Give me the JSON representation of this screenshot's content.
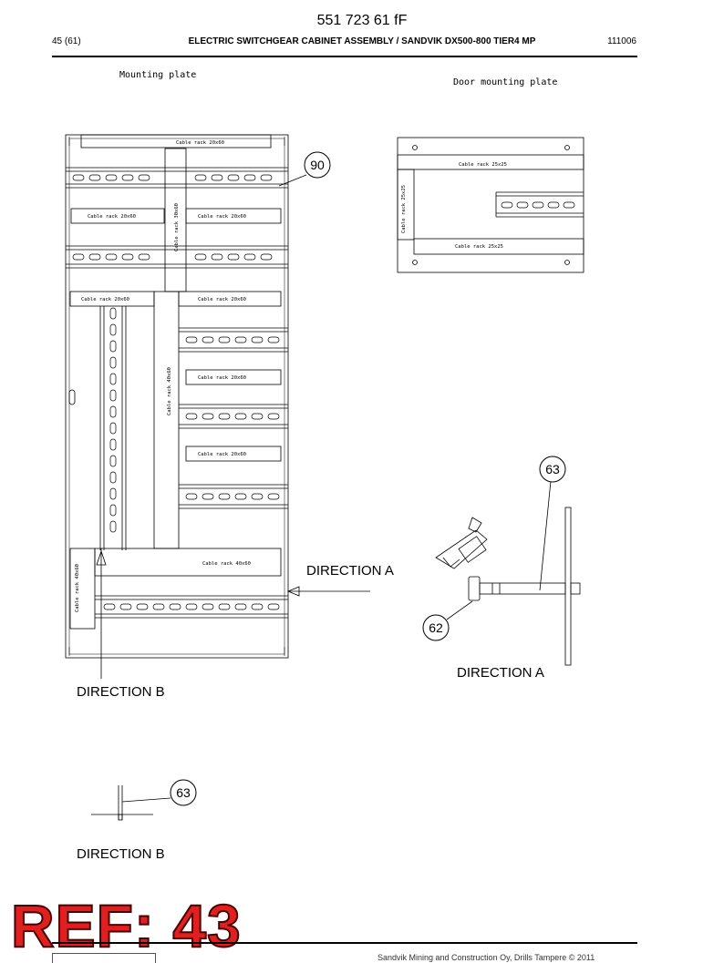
{
  "header": {
    "doc_number": "551 723 61 fF",
    "page": "45 (61)",
    "title": "ELECTRIC SWITCHGEAR CABINET ASSEMBLY / SANDVIK DX500-800 TIER4 MP",
    "code": "111006"
  },
  "drawing": {
    "mounting_plate_label": "Mounting plate",
    "door_mounting_plate_label": "Door mounting plate",
    "rack_top": "Cable rack 20x60",
    "rack_vertical_1": "Cable rack 30x60",
    "rack_left_1": "Cable rack 20x60",
    "rack_right_1": "Cable rack 20x60",
    "rack_left_2": "Cable rack 20x60",
    "rack_right_2": "Cable rack 20x60",
    "rack_vertical_2": "Cable rack 40x60",
    "rack_right_3": "Cable rack 20x60",
    "rack_right_4": "Cable rack 20x60",
    "rack_bottom": "Cable rack 40x60",
    "rack_bottom_vertical": "Cable rack 40x60",
    "door_rack_top": "Cable rack 25x25",
    "door_rack_vertical": "Cable rack 25x25",
    "door_rack_bottom": "Cable rack 25x25",
    "callouts": [
      "90",
      "63",
      "62",
      "63"
    ],
    "direction_a_arrow": "DIRECTION A",
    "direction_a_view": "DIRECTION A",
    "direction_b_arrow": "DIRECTION B",
    "direction_b_view": "DIRECTION B"
  },
  "stamp": {
    "text": "REF: 43"
  },
  "footer": {
    "copyright": "Sandvik Mining and Construction Oy, Drills Tampere © 2011"
  }
}
